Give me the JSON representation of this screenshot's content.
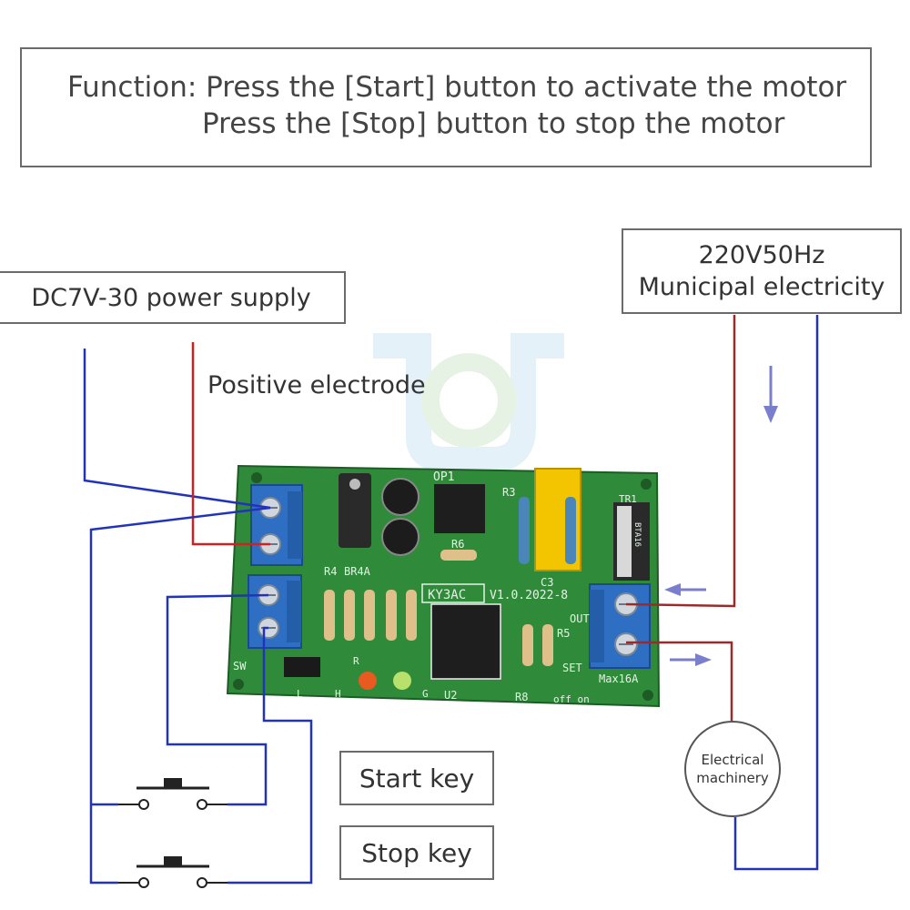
{
  "function_note": {
    "line1": "Function: Press the [Start] button to activate the motor",
    "line2": "Press the [Stop] button to stop the motor"
  },
  "power_supply": {
    "label": "DC7V-30 power supply"
  },
  "positive_electrode": {
    "label": "Positive electrode"
  },
  "mains": {
    "line1": "220V50Hz",
    "line2": "Municipal electricity"
  },
  "keys": {
    "start": "Start key",
    "stop": "Stop key"
  },
  "motor": {
    "line1": "Electrical",
    "line2": "machinery"
  },
  "board": {
    "model": "KY3AC",
    "version": "V1.0.2022-8",
    "max_current": "Max16A",
    "triac_label": "TR1",
    "triac_part": "BTA16",
    "labels": [
      "OP1",
      "R3",
      "C3",
      "R6",
      "R4",
      "BR4A",
      "R5",
      "R8",
      "U2",
      "SET",
      "OUT",
      "SW",
      "L",
      "H",
      "R",
      "G",
      "off on"
    ]
  },
  "colors": {
    "negative_wire": "#2233bb",
    "positive_wire": "#cc2222",
    "mains_wire_live": "#9b2a2a",
    "mains_wire_neutral": "#2233bb",
    "arrow": "#7a7ecc",
    "pcb": "#2f8a3a",
    "terminal": "#2e6fc4",
    "relay": "#f2c500"
  }
}
